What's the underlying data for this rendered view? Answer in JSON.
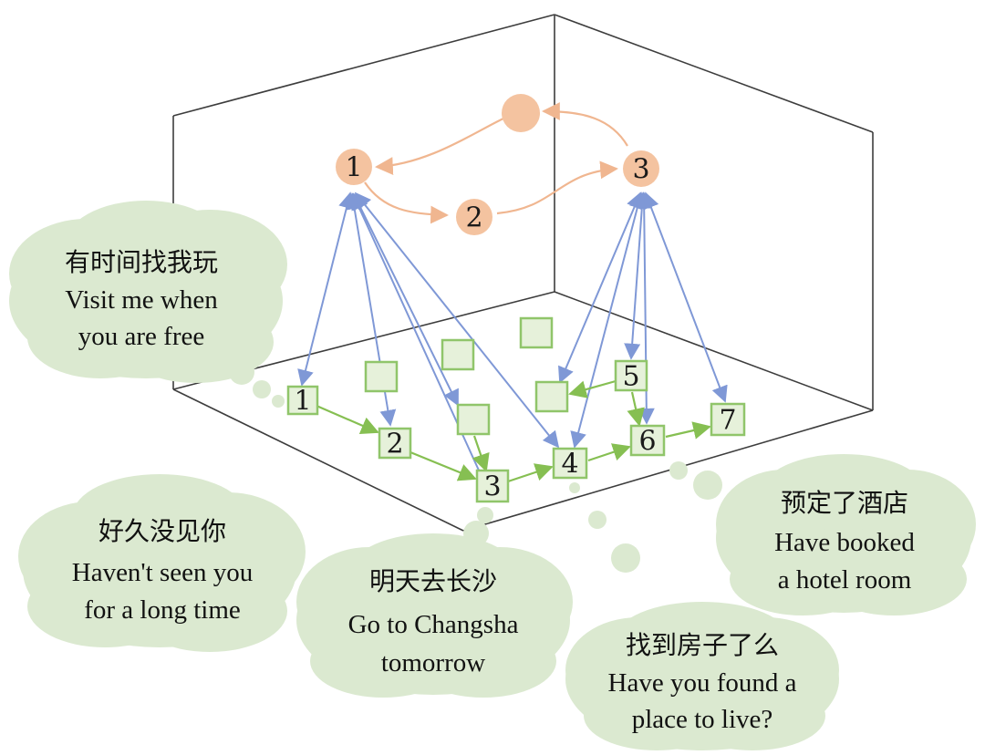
{
  "top_nodes": [
    {
      "id": "t1",
      "label": "1"
    },
    {
      "id": "t2",
      "label": "2"
    },
    {
      "id": "t3",
      "label": "3"
    },
    {
      "id": "t4",
      "label": ""
    }
  ],
  "floor_nodes": [
    {
      "id": "f1",
      "label": "1"
    },
    {
      "id": "f2",
      "label": "2"
    },
    {
      "id": "f3",
      "label": "3"
    },
    {
      "id": "f4",
      "label": "4"
    },
    {
      "id": "f5",
      "label": "5"
    },
    {
      "id": "f6",
      "label": "6"
    },
    {
      "id": "f7",
      "label": "7"
    },
    {
      "id": "e1",
      "label": ""
    },
    {
      "id": "e2",
      "label": ""
    },
    {
      "id": "e3",
      "label": ""
    },
    {
      "id": "e4",
      "label": ""
    },
    {
      "id": "e5",
      "label": ""
    }
  ],
  "bubbles": [
    {
      "zh": "有时间找我玩",
      "en1": "Visit me when",
      "en2": "you are free"
    },
    {
      "zh": "好久没见你",
      "en1": "Haven't seen you",
      "en2": "for a long time"
    },
    {
      "zh": "明天去长沙",
      "en1": "Go to Changsha",
      "en2": "tomorrow"
    },
    {
      "zh": "找到房子了么",
      "en1": "Have you found a",
      "en2": "place to live?"
    },
    {
      "zh": "预定了酒店",
      "en1": "Have booked",
      "en2": "a hotel room"
    }
  ],
  "colors": {
    "circle": "#f4c3a0",
    "square_fill": "#e6f1da",
    "square_stroke": "#90c56a",
    "blue_arrow": "#7f98d6",
    "green_arrow": "#86bf52",
    "orange_arrow": "#f0b690",
    "cloud": "#dbe9d0"
  }
}
